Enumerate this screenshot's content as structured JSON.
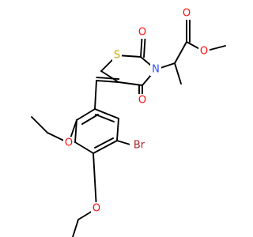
{
  "colors": {
    "bond": "#000000",
    "O": "#ff0d0d",
    "N": "#3050f8",
    "S": "#c6a400",
    "Br": "#a62929"
  },
  "atoms": {
    "S1": {
      "label": "S",
      "element": "S"
    },
    "N1": {
      "label": "N",
      "element": "N"
    },
    "O_carbonyl_top": {
      "label": "O",
      "element": "O"
    },
    "O_carbonyl_bottom": {
      "label": "O",
      "element": "O"
    },
    "O_ester_carbonyl": {
      "label": "O",
      "element": "O"
    },
    "O_ester_single": {
      "label": "O",
      "element": "O"
    },
    "O_ethoxy_left": {
      "label": "O",
      "element": "O"
    },
    "O_ethoxy_bottom": {
      "label": "O",
      "element": "O"
    },
    "Br1": {
      "label": "Br",
      "element": "Br"
    }
  }
}
